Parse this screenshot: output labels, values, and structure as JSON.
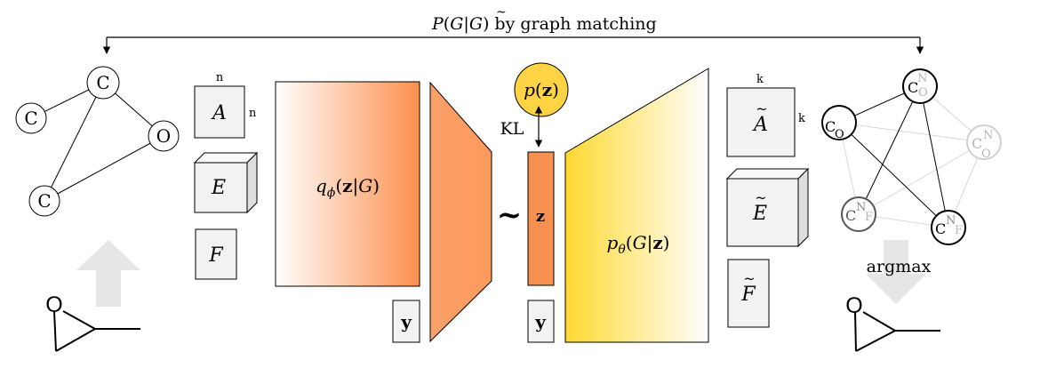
{
  "top_annotation": {
    "p": "P",
    "lparen": "(",
    "G": "G",
    "bar": "|",
    "G_tilde": "G",
    "rparen": ")",
    "suffix": "by graph matching"
  },
  "input_graph": {
    "nodes": [
      "C",
      "C",
      "O",
      "C"
    ]
  },
  "output_graph": {
    "nodes": [
      {
        "main": "C",
        "sup": "N",
        "sub": "O"
      },
      {
        "main": "C",
        "sub": "O"
      },
      {
        "main": "C",
        "sup": "N",
        "sub": "O"
      },
      {
        "main": "C",
        "sup": "N",
        "sub": "F"
      },
      {
        "main": "C",
        "sup": "N",
        "sub": "F"
      }
    ]
  },
  "molecule": {
    "atom": "O"
  },
  "input_matrices": {
    "n_top": "n",
    "n_side": "n",
    "A": "A",
    "E": "E",
    "F": "F"
  },
  "encoder": {
    "q": "q",
    "sub": "ϕ",
    "open": "(",
    "z": "z",
    "bar": "|",
    "G": "G",
    "close": ")"
  },
  "y_label": "y",
  "tilde": "~",
  "latent": {
    "z": "z"
  },
  "prior": {
    "p": "p",
    "open": "(",
    "z": "z",
    "close": ")"
  },
  "kl_label": "KL",
  "decoder": {
    "p": "p",
    "sub": "θ",
    "open": "(",
    "G": "G",
    "bar": "|",
    "z": "z",
    "close": ")"
  },
  "output_matrices": {
    "k_top": "k",
    "k_side": "k",
    "A": "A",
    "E": "E",
    "F": "F"
  },
  "argmax_label": "argmax",
  "colors": {
    "encoder_orange": "#fb8f4c",
    "latent_orange": "#f89050",
    "prior_yellow": "#fed445",
    "decoder_yellow": "#fed931",
    "box_fill": "#f2f2f2",
    "arrow_gray": "#e6e6e6"
  }
}
